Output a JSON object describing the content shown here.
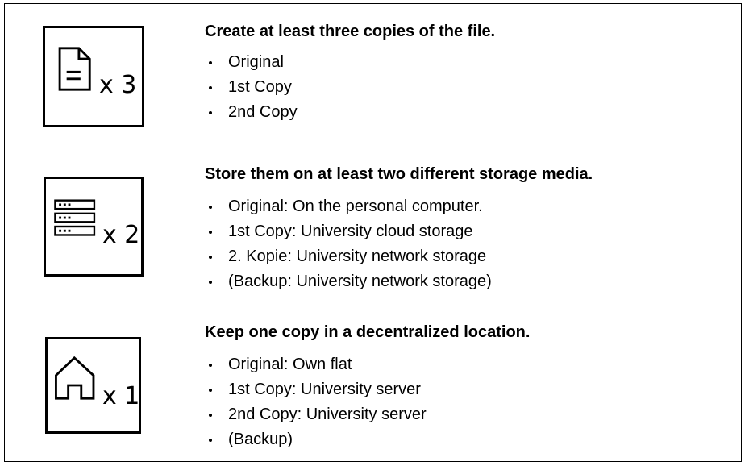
{
  "rows": [
    {
      "icon": "document-icon",
      "multiplier": "x 3",
      "heading": "Create at least three copies of the file.",
      "items": [
        "Original",
        "1st Copy",
        "2nd Copy"
      ]
    },
    {
      "icon": "server-stack-icon",
      "multiplier": "x 2",
      "heading": "Store them on at least two different storage media.",
      "items": [
        "Original: On the personal computer.",
        "1st Copy: University cloud storage",
        "2. Kopie: University network storage",
        "(Backup: University network storage)"
      ]
    },
    {
      "icon": "house-icon",
      "multiplier": "x 1",
      "heading": "Keep one copy in a decentralized location.",
      "items": [
        "Original: Own flat",
        "1st Copy: University server",
        "2nd Copy: University server",
        "(Backup)"
      ]
    }
  ]
}
